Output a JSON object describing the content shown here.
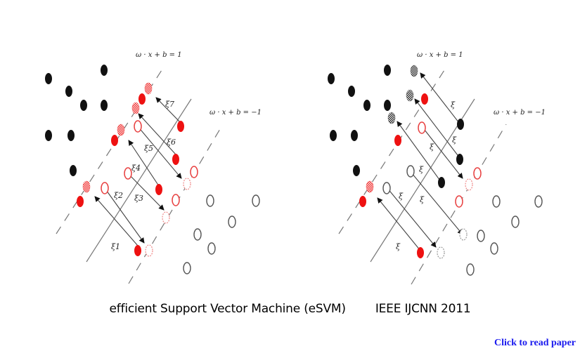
{
  "caption": {
    "title": "efficient Support Vector Machine (eSVM)",
    "venue": "IEEE IJCNN 2011"
  },
  "link": {
    "label": "Click to read paper"
  },
  "colors": {
    "black_point": "#111111",
    "red_point": "#ee1111",
    "red_outline": "#e84040",
    "gray_outline": "#555555",
    "line": "#777777",
    "arrow": "#444444"
  },
  "diagrams": [
    {
      "name": "left-diagram",
      "margin_plus_label": "ω · x + b = 1",
      "margin_minus_label": "ω · x + b = −1",
      "slack_labels": [
        "ξ1",
        "ξ2",
        "ξ3",
        "ξ4",
        "ξ5",
        "ξ6",
        "ξ7"
      ]
    },
    {
      "name": "right-diagram",
      "margin_plus_label": "ω · x + b = 1",
      "margin_minus_label": "ω · x + b = −1",
      "slack_labels": [
        "ξ",
        "ξ",
        "ξ",
        "ξ",
        "ξ",
        "ξ",
        "ξ"
      ]
    }
  ]
}
